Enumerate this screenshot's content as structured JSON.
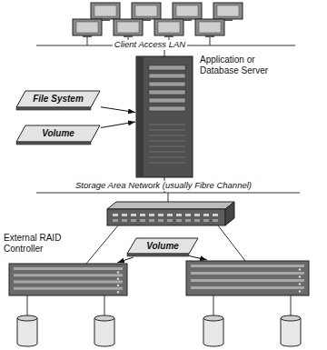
{
  "diagram": {
    "nodes": [
      {
        "text": [
          "Application or Database Server"
        ]
      },
      {
        "text": [
          "File System"
        ]
      },
      {
        "text": [
          "Volume"
        ]
      },
      {
        "text": [
          "External RAID Controller"
        ]
      },
      {
        "text": [
          "Volume"
        ]
      }
    ],
    "edges": [
      {
        "from": 1,
        "to": 0,
        "arrow": "to"
      },
      {
        "from": 2,
        "to": 0,
        "arrow": "to"
      },
      {
        "from": 4,
        "to": 3,
        "arrow": "to"
      }
    ],
    "labels": [
      "Client Access LAN",
      "Storage Area Network (usually Fibre Channel)"
    ]
  }
}
